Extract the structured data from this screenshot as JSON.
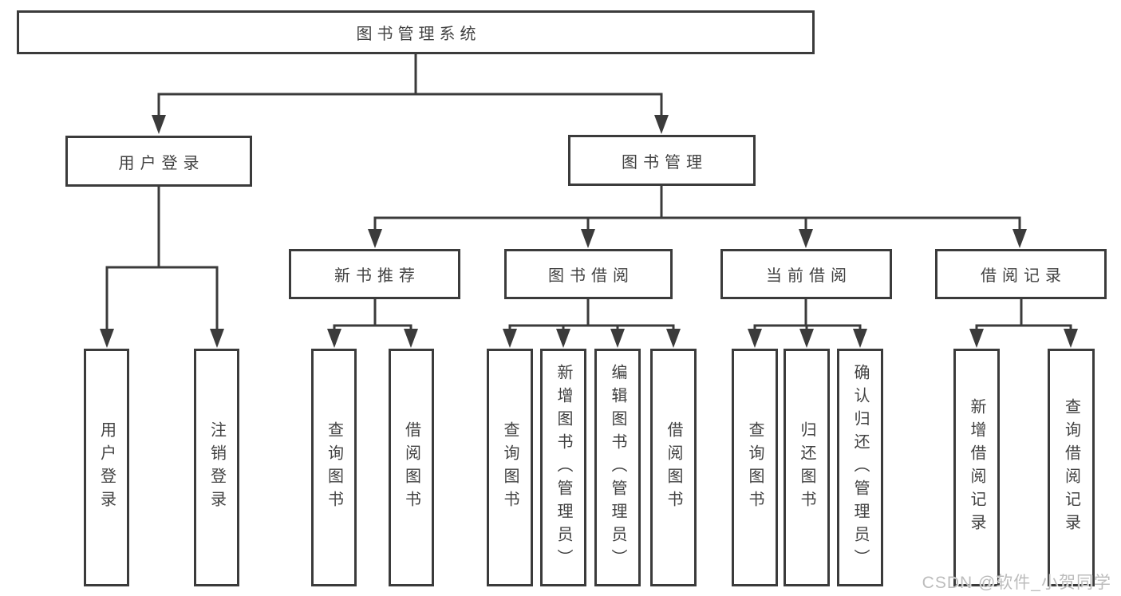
{
  "diagram": {
    "type": "hierarchy-diagram",
    "title": "图书管理系统"
  },
  "colors": {
    "line": "#3b3b3b",
    "border": "#3b3b3b",
    "text": "#424242",
    "background": "#ffffff",
    "watermark": "#bcbcbc"
  },
  "nodes": {
    "root": "图书管理系统",
    "user_login": "用户登录",
    "book_mgmt": "图书管理",
    "new_book": "新书推荐",
    "book_borrow": "图书借阅",
    "current_borrow": "当前借阅",
    "borrow_record": "借阅记录",
    "leaves": {
      "user_login": [
        "用户登录",
        "注销登录"
      ],
      "new_book": [
        "查询图书",
        "借阅图书"
      ],
      "book_borrow": [
        "查询图书",
        "新增图书（管理员）",
        "编辑图书（管理员）",
        "借阅图书"
      ],
      "current_borrow": [
        "查询图书",
        "归还图书",
        "确认归还（管理员）"
      ],
      "borrow_record": [
        "新增借阅记录",
        "查询借阅记录"
      ]
    }
  },
  "watermark": "CSDN @软件_小贺同学"
}
